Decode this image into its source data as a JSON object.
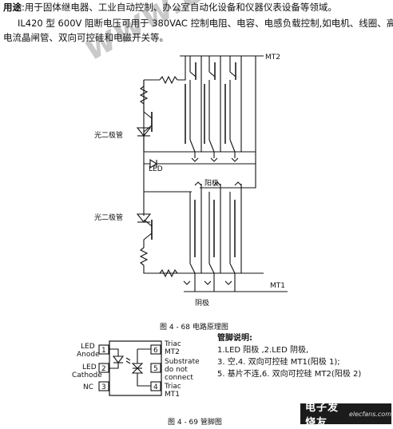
{
  "intro": {
    "usage_label": "用途",
    "usage_text": ":用于固体继电器、工业自动控制、办公室自动化设备和仪器仪表设备等领域。",
    "desc_line1": "IL420 型 600V 阻断电压可用于 380VAC 控制电阻、电容、电感负载控制,如电机、线圈、高",
    "desc_line2": "电流晶闸管、双向可控硅和电磁开关等。"
  },
  "circuit": {
    "labels": {
      "mt2": "MT2",
      "mt1": "MT1",
      "photodiode_top": "光二极管",
      "photodiode_bottom": "光二极管",
      "led": "LED",
      "anode": "阳极",
      "cathode": "阴极"
    },
    "caption": "图 4 - 68  电路原理图"
  },
  "package": {
    "left_pins": [
      {
        "name": "LED\nAnode",
        "line1": "LED",
        "line2": "Anode",
        "num": "1"
      },
      {
        "name": "LED Cathode",
        "line1": "LED",
        "line2": "Cathode",
        "num": "2"
      },
      {
        "name": "NC",
        "line1": "NC",
        "line2": "",
        "num": "3"
      }
    ],
    "right_pins": [
      {
        "line1": "Triac",
        "line2": "MT2",
        "line3": "",
        "num": "6"
      },
      {
        "line1": "Substrate",
        "line2": "do not",
        "line3": "connect",
        "num": "5"
      },
      {
        "line1": "Triac",
        "line2": "MT1",
        "line3": "",
        "num": "4"
      }
    ],
    "caption": "图 4 - 69  管脚图"
  },
  "pin_notes": {
    "header": "管脚说明:",
    "line1": "1.LED 阳极 ,2.LED 阴极,",
    "line2": "3. 空,4. 双向可控硅 MT1(阳极 1);",
    "line3": "5. 基片不连,6. 双向可控硅 MT2(阳极 2)"
  },
  "watermark": "www.elecfans.com",
  "logo": {
    "cn": "电子发烧友",
    "en": "elecfans.com"
  },
  "colors": {
    "ink": "#111111",
    "paper": "#ffffff"
  }
}
